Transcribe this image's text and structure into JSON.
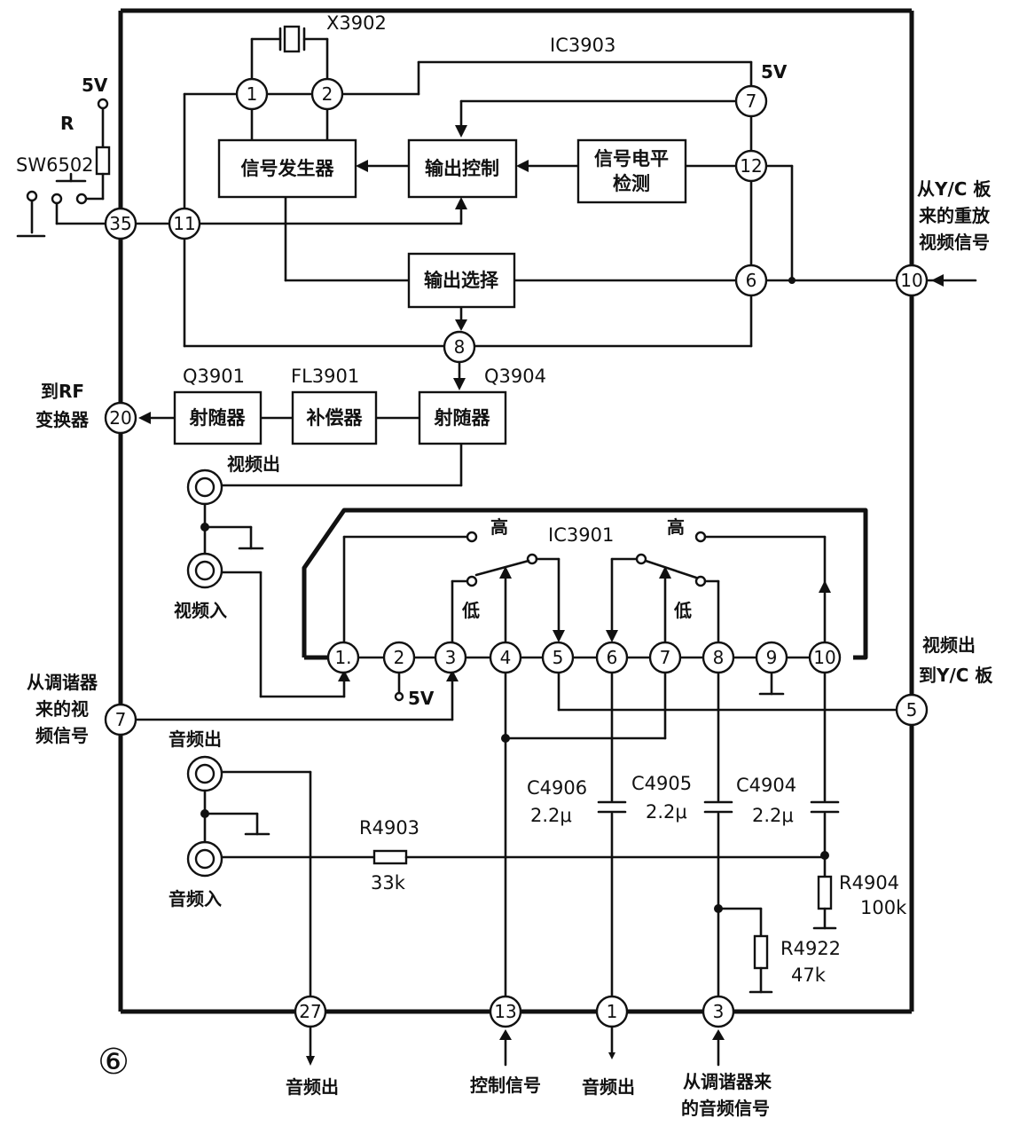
{
  "figure_number": "⑥",
  "ic_labels": {
    "ic3903": "IC3903",
    "ic3901": "IC3901"
  },
  "blocks": {
    "signal_gen": "信号发生器",
    "output_ctrl": "输出控制",
    "level_detect_1": "信号电平",
    "level_detect_2": "检测",
    "output_select": "输出选择",
    "emitter_1": "射随器",
    "compensator": "补偿器",
    "emitter_2": "射随器"
  },
  "components": {
    "crystal": "X3902",
    "q3901": "Q3901",
    "fl3901": "FL3901",
    "q3904": "Q3904",
    "sw6502": "SW6502",
    "resistor_r": "R",
    "supply_left": "5V",
    "supply_ic3903": "5V",
    "supply_pin2": "5V",
    "c4906": "C4906",
    "c4906_val": "2.2μ",
    "c4905": "C4905",
    "c4905_val": "2.2μ",
    "c4904": "C4904",
    "c4904_val": "2.2μ",
    "r4903": "R4903",
    "r4903_val": "33k",
    "r4904": "R4904",
    "r4904_val": "100k",
    "r4922": "R4922",
    "r4922_val": "47k"
  },
  "ic3903_pins": [
    "1",
    "2",
    "7",
    "12",
    "11",
    "6",
    "8"
  ],
  "ic3901_pins": [
    "1.",
    "2",
    "3",
    "4",
    "5",
    "6",
    "7",
    "8",
    "9",
    "10"
  ],
  "board_pins": {
    "p35": "35",
    "p20": "20",
    "p7": "7",
    "p10": "10",
    "p5": "5",
    "p27": "27",
    "p13": "13",
    "p1": "1",
    "p3": "3"
  },
  "switch_labels": {
    "high_left": "高",
    "low_left": "低",
    "high_right": "高",
    "low_right": "低"
  },
  "labels": {
    "to_rf_1": "到RF",
    "to_rf_2": "变换器",
    "yc_playback_1": "从Y/C 板",
    "yc_playback_2": "来的重放",
    "yc_playback_3": "视频信号",
    "video_out_jack": "视频出",
    "video_in_jack": "视频入",
    "video_out_yc_1": "视频出",
    "video_out_yc_2": "到Y/C 板",
    "tuner_video_1": "从调谐器",
    "tuner_video_2": "来的视",
    "tuner_video_3": "频信号",
    "audio_out_jack": "音频出",
    "audio_in_jack": "音频入",
    "bottom_audio_out_1": "音频出",
    "bottom_ctrl": "控制信号",
    "bottom_audio_out_2": "音频出",
    "bottom_tuner_audio_1": "从调谐器来",
    "bottom_tuner_audio_2": "的音频信号"
  }
}
